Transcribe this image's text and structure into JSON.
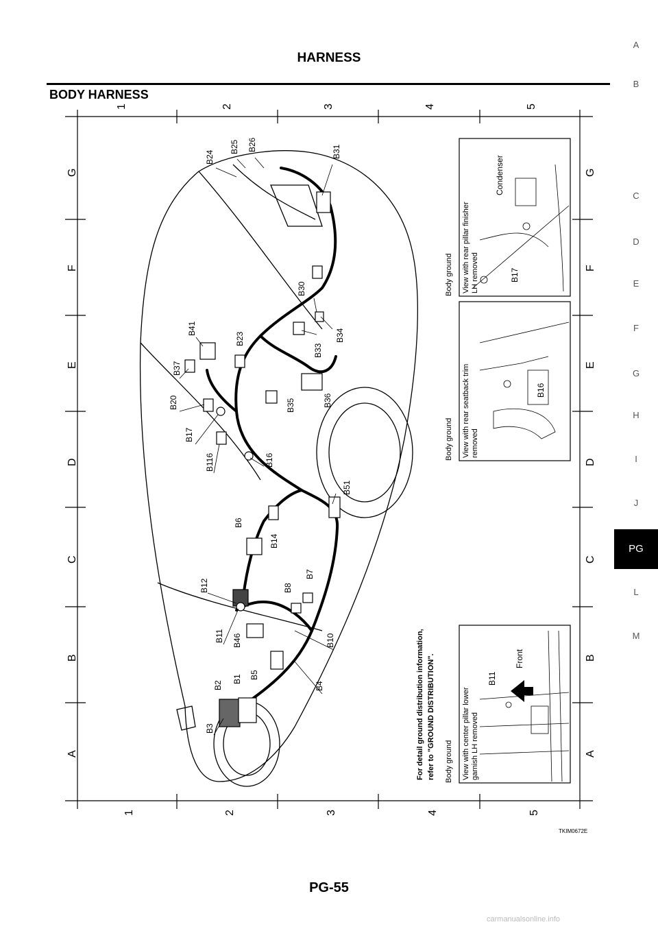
{
  "header": {
    "title": "HARNESS"
  },
  "section": {
    "title": "BODY HARNESS"
  },
  "side_index": {
    "letters": [
      "A",
      "B",
      "C",
      "D",
      "E",
      "F",
      "G",
      "H",
      "I",
      "J",
      "PG",
      "L",
      "M"
    ],
    "active": "PG"
  },
  "grid": {
    "columns": [
      "1",
      "2",
      "3",
      "4",
      "5"
    ],
    "rows": [
      "A",
      "B",
      "C",
      "D",
      "E",
      "F",
      "G"
    ]
  },
  "connectors": [
    "B24",
    "B25",
    "B26",
    "B31",
    "B30",
    "B33",
    "B34",
    "B41",
    "B23",
    "B37",
    "B20",
    "B35",
    "B36",
    "B17",
    "B116",
    "B16",
    "B51",
    "B6",
    "B14",
    "B12",
    "B7",
    "B8",
    "B11",
    "B46",
    "B10",
    "B2",
    "B1",
    "B5",
    "B4",
    "B3"
  ],
  "note": {
    "line1": "For detail ground distribution information,",
    "line2": "refer to \"GROUND DISTRIBUTION\"."
  },
  "insets": [
    {
      "heading": "Body ground",
      "desc_line1": "View with center pillar lower",
      "desc_line2": "garnish LH removed",
      "connector": "B11",
      "front_label": "Front"
    },
    {
      "heading": "Body ground",
      "desc_line1": "View with rear seatback trim",
      "desc_line2": "removed",
      "connector": "B16"
    },
    {
      "heading": "Body ground",
      "desc_line1": "View with rear pillar finisher",
      "desc_line2": "LH removed",
      "connector": "B17",
      "part_label": "Condenser"
    }
  ],
  "image_id": "TKIM0672E",
  "footer": {
    "page_id": "PG-55"
  },
  "watermark": "carmanualsonline.info"
}
